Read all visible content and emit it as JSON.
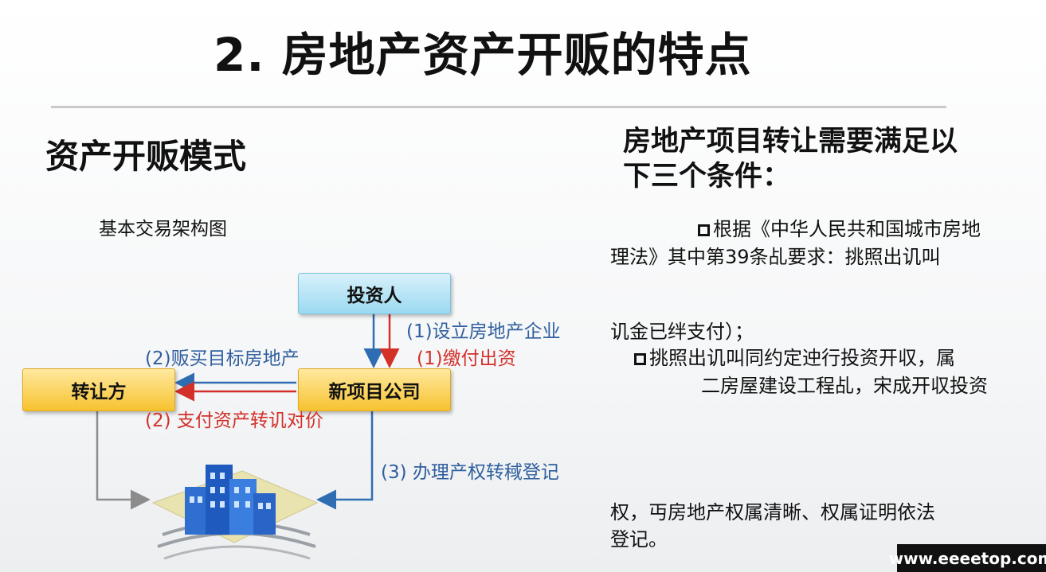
{
  "title": "2. 房地产资产开贩的特点",
  "left": {
    "subtitle": "资产开贩模式",
    "caption": "基本交易架构图",
    "boxes": {
      "investor": "投资人",
      "transferor": "转让方",
      "newco": "新项目公司"
    },
    "arrows": {
      "establish": "(1)设立房地产企业",
      "contribute": "(1)缴付出资",
      "purchase": "(2)贩买目标房地产",
      "pay": "(2) 支付资产转讥对价",
      "register": "(3) 办理产权转稢登记"
    }
  },
  "right": {
    "heading_line1": "房地产项目转让需要满足以",
    "heading_line2": "下三个条件：",
    "lines": [
      "根据《中华人民共和国城市房地",
      "理法》其中第39条乩要求：挑照出讥叫",
      "讥金已绊支付）；",
      "挑照出讥叫同约定迚行投资开収，属",
      "二房屋建设工程乩，宋成开収投资",
      "权，丏房地产权属清晰、权属证明依法",
      "登记。"
    ]
  },
  "watermark": "www.eeeetop.com",
  "colors": {
    "blue": "#2f6db3",
    "red": "#d3302a",
    "gray": "#8c8c8c"
  }
}
